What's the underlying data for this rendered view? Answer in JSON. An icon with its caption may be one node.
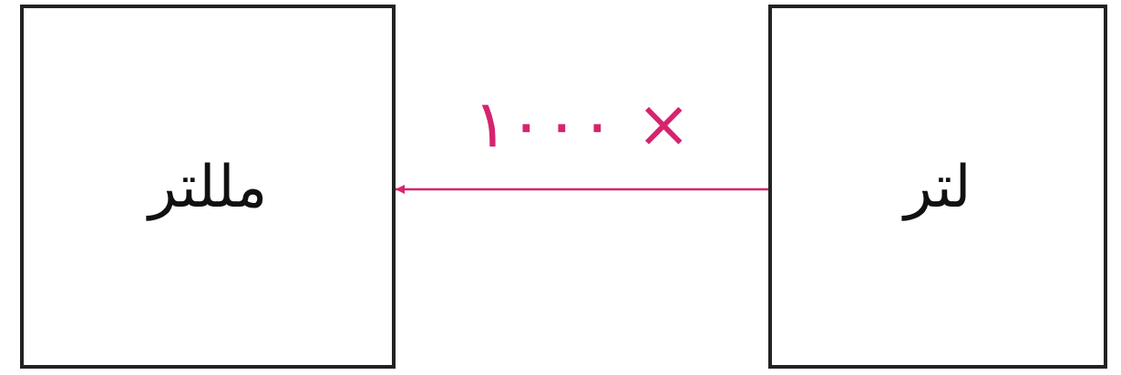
{
  "diagram": {
    "nodes": [
      {
        "text": [
          "مللتر"
        ]
      },
      {
        "text": [
          "لتر"
        ]
      }
    ],
    "edges": [
      {
        "from": 1,
        "to": 0,
        "arrow": "to",
        "label": "× ١٠٠٠",
        "color": "#d6246e"
      }
    ]
  }
}
